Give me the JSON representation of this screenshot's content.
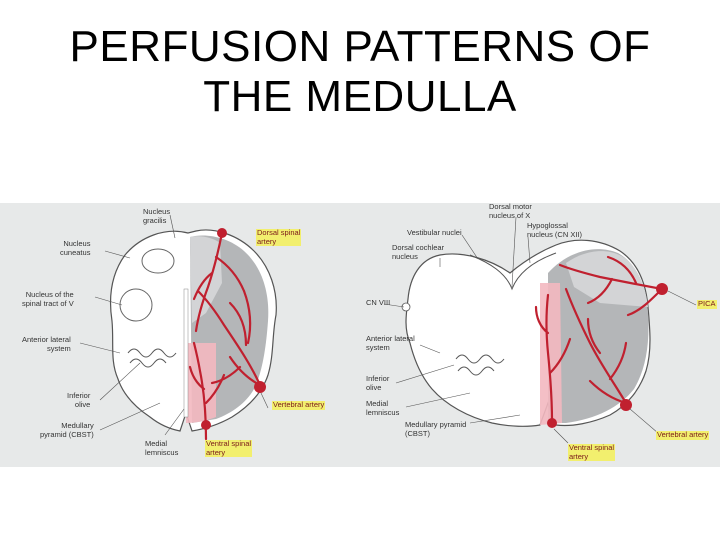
{
  "title": {
    "line1": "PERFUSION PATTERNS OF",
    "line2": "THE MEDULLA"
  },
  "colors": {
    "artery": "#c0202f",
    "highlight": "#f2ef6e",
    "territory_gray": "#a7a9ac",
    "territory_pink": "#f3b8c0",
    "figure_bg": "#e7e9e9"
  },
  "left_section": {
    "labels": {
      "nucleus_gracilis": "Nucleus\ngracilis",
      "nucleus_cuneatus": "Nucleus\ncuneatus",
      "nucleus_spinal_tract_v": "Nucleus of the\nspinal tract of V",
      "anterior_lateral_system": "Anterior lateral\nsystem",
      "inferior_olive": "Inferior\nolive",
      "medullary_pyramid": "Medullary\npyramid (CBST)",
      "medial_lemniscus": "Medial\nlemniscus",
      "dorsal_spinal_artery": "Dorsal spinal\nartery",
      "vertebral_artery": "Vertebral artery",
      "ventral_spinal_artery": "Ventral spinal\nartery"
    }
  },
  "right_section": {
    "labels": {
      "dorsal_motor_nucleus": "Dorsal motor\nnucleus of X",
      "vestibular_nuclei": "Vestibular nuclei",
      "hypoglossal_nucleus": "Hypoglossal\nnucleus (CN XII)",
      "dorsal_cochlear_nucleus": "Dorsal cochlear\nnucleus",
      "cn_viii": "CN VIII",
      "anterior_lateral_system": "Anterior lateral\nsystem",
      "inferior_olive": "Inferior\nolive",
      "medial_lemniscus": "Medial\nlemniscus",
      "medullary_pyramid": "Medullary pyramid\n(CBST)",
      "pica": "PICA",
      "vertebral_artery": "Vertebral artery",
      "ventral_spinal_artery": "Ventral spinal\nartery"
    }
  }
}
